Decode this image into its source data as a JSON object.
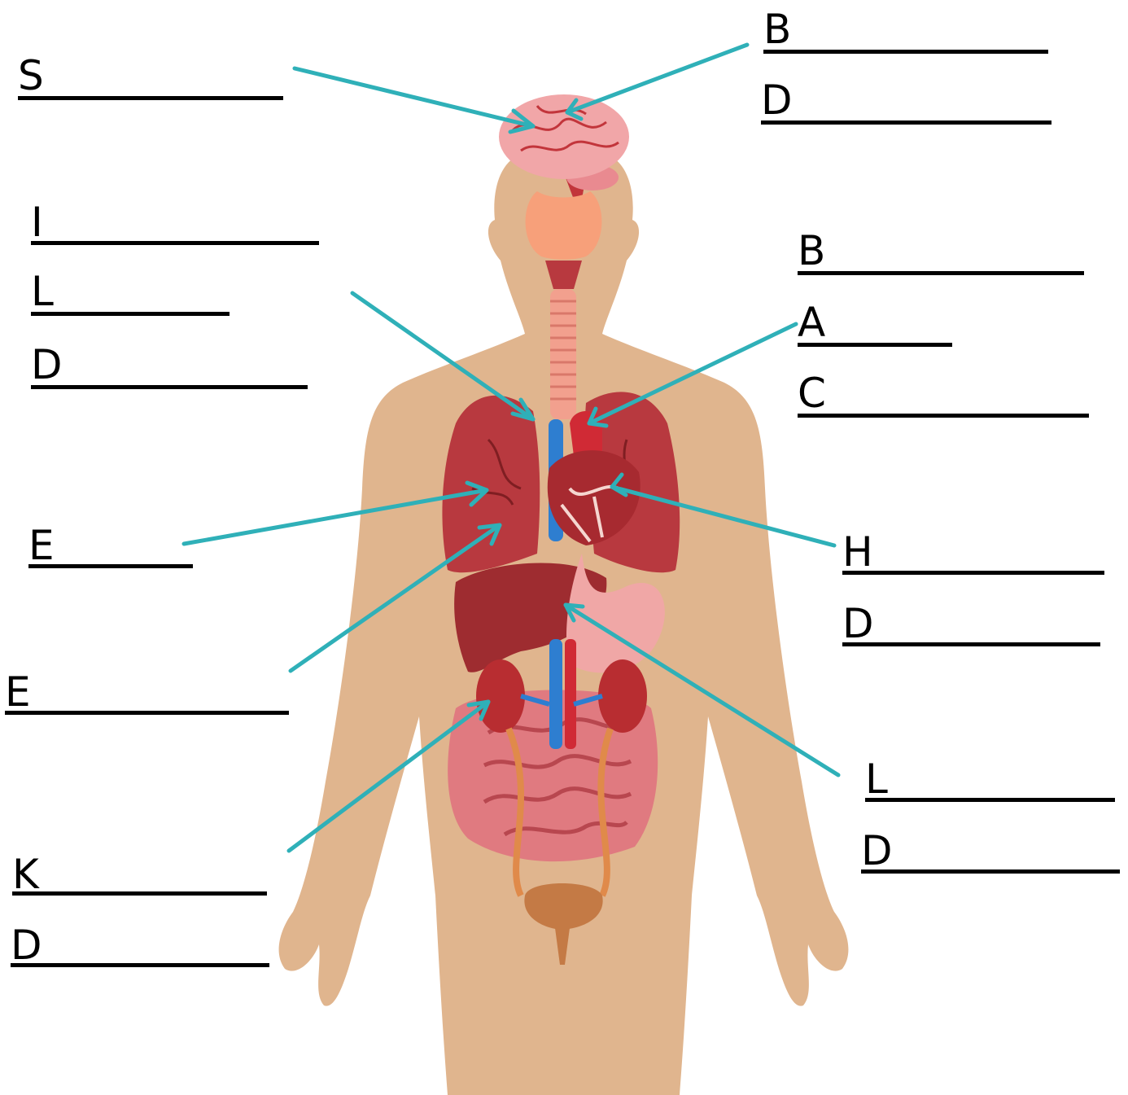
{
  "colors": {
    "skin": "#E0B58E",
    "leader": "#2FB0B8",
    "lung": "#B8393F",
    "liver": "#9E2C30",
    "brain": "#F1A6A8",
    "intestine": "#E07A80",
    "kidney": "#B82D31",
    "vein": "#2E7ED0",
    "artery": "#D02A35",
    "bladder": "#C47A45",
    "trachea": "#F2A08E",
    "thyroid": "#F7A07A"
  },
  "labels": {
    "brain_1": "B",
    "brain_2": "D",
    "skull_s": "S",
    "lungs_1": "I",
    "lungs_2": "L",
    "lungs_3": "D",
    "heart_1": "B",
    "heart_2": "A",
    "heart_3": "C",
    "lungs_e": "E",
    "esophagus_e": "E",
    "heart_h": "H",
    "heart_d": "D",
    "liver_1": "L",
    "liver_2": "D",
    "kidney_1": "K",
    "kidney_2": "D"
  }
}
